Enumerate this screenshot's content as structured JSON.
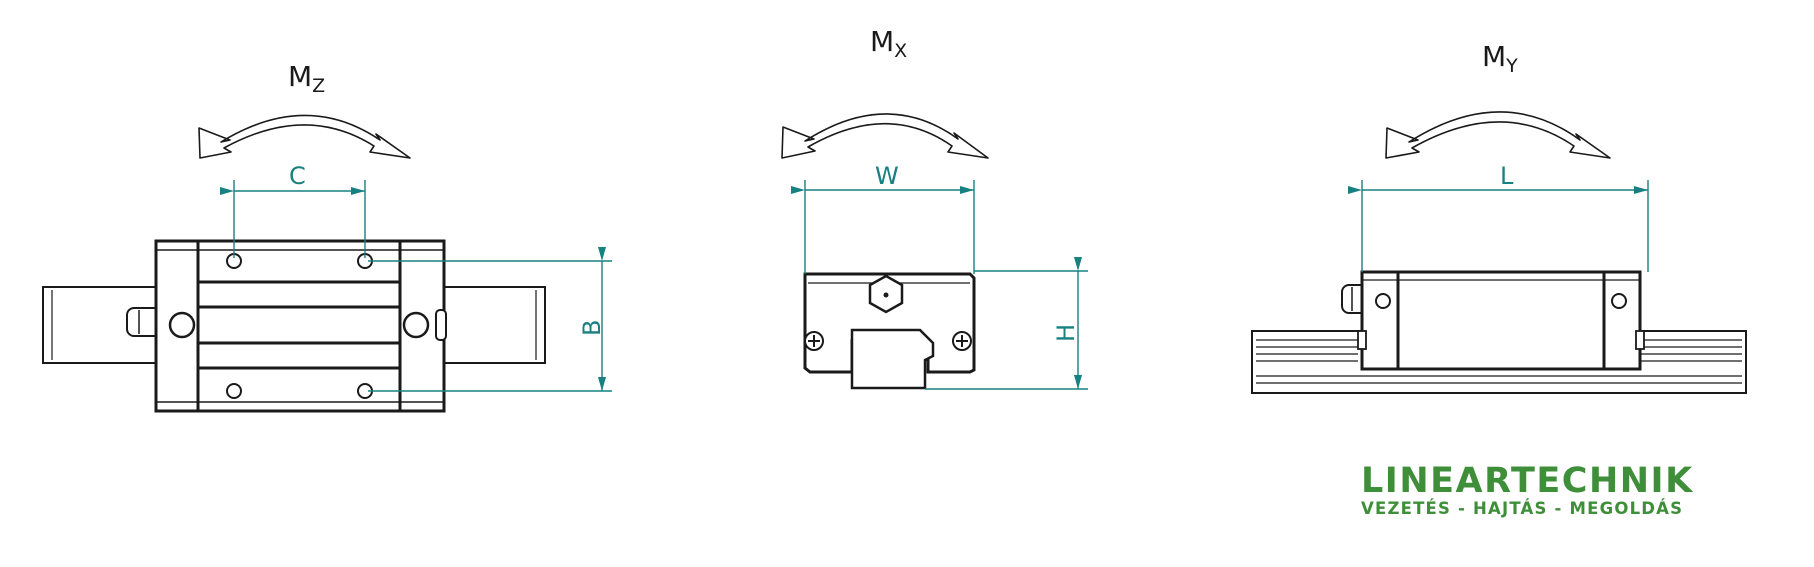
{
  "views": {
    "top": {
      "moment": "M",
      "moment_sub": "Z",
      "dim_width": "C",
      "dim_height": "B"
    },
    "front": {
      "moment": "M",
      "moment_sub": "X",
      "dim_width": "W",
      "dim_height": "H"
    },
    "side": {
      "moment": "M",
      "moment_sub": "Y",
      "dim_width": "L"
    }
  },
  "logo": {
    "name": "LINEARTECHNIK",
    "tagline": "VEZETÉS - HAJTÁS - MEGOLDÁS"
  },
  "colors": {
    "dimension": "#178080",
    "outline": "#1a1a1a",
    "logo": "#3f8f3a",
    "arrow_fill": "#ffffff"
  },
  "icons": [
    "curved-double-arrow-icon"
  ]
}
